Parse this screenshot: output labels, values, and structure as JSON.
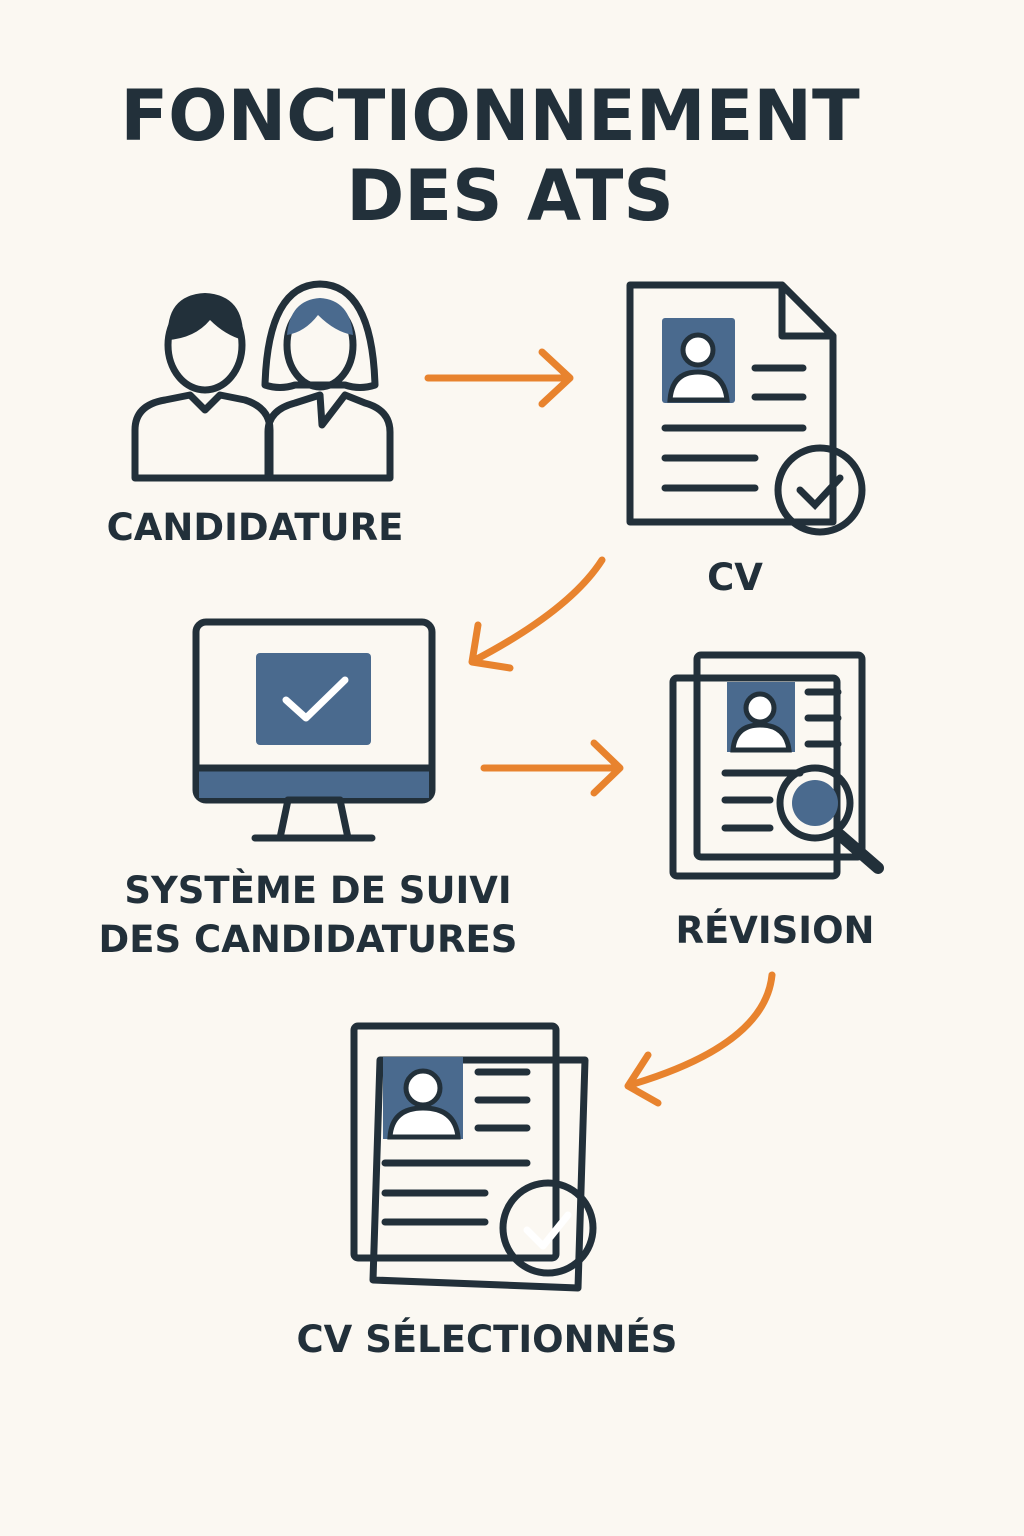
{
  "title": {
    "line1": "FONCTIONNEMENT",
    "line2": "DES ATS"
  },
  "steps": [
    {
      "label": "CANDIDATURE",
      "icon": "people-icon"
    },
    {
      "label": "CV",
      "icon": "resume-check-icon"
    },
    {
      "label_line1": "SYSTÈME DE SUIVI",
      "label_line2": "DES CANDIDATURES",
      "icon": "monitor-check-icon"
    },
    {
      "label": "RÉVISION",
      "icon": "resume-search-icon"
    },
    {
      "label": "CV SÉLECTIONNÉS",
      "icon": "resume-stack-check-icon"
    }
  ],
  "colors": {
    "background": "#fbf8f2",
    "dark": "#22303a",
    "blue": "#4a6a8e",
    "gray": "#c8cdd2",
    "arrow": "#e8832e"
  }
}
